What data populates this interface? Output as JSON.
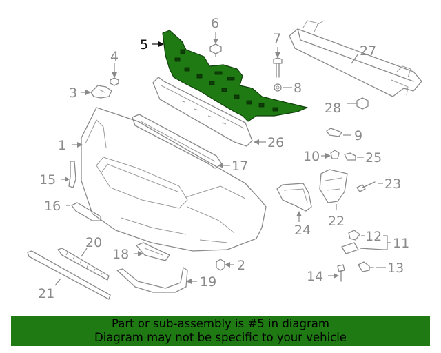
{
  "callouts": {
    "c1": "1",
    "c2": "2",
    "c3": "3",
    "c4": "4",
    "c5": "5",
    "c6": "6",
    "c7": "7",
    "c8": "8",
    "c9": "9",
    "c10": "10",
    "c11": "11",
    "c12": "12",
    "c13": "13",
    "c14": "14",
    "c15": "15",
    "c16": "16",
    "c17": "17",
    "c18": "18",
    "c19": "19",
    "c20": "20",
    "c21": "21",
    "c22": "22",
    "c23": "23",
    "c24": "24",
    "c25": "25",
    "c26": "26",
    "c27": "27",
    "c28": "28"
  },
  "highlighted_part": "5",
  "colors": {
    "highlight": "#1f7a14",
    "line": "#8a8a8a",
    "banner": "#1f7a14"
  },
  "banner": {
    "line1": "Part or sub-assembly is #5 in diagram",
    "line2": "Diagram may not be specific to your vehicle"
  }
}
